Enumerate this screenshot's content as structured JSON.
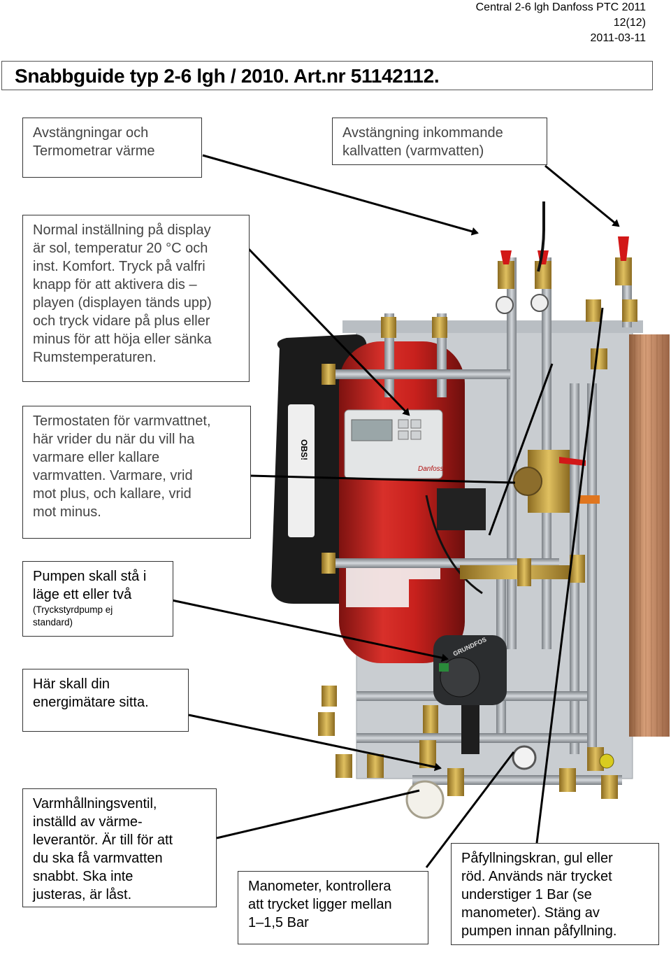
{
  "header": {
    "doc_title": "Central 2-6 lgh Danfoss PTC 2011",
    "page": "12(12)",
    "date": "2011-03-11"
  },
  "main_title": "Snabbguide typ 2-6 lgh / 2010. Art.nr 51142112.",
  "callouts": {
    "thermometers": {
      "line1": "Avstängningar och",
      "line2": "Termometrar värme"
    },
    "cold_water": {
      "line1": "Avstängning inkommande",
      "line2": "kallvatten (varmvatten)"
    },
    "display": [
      "Normal inställning på display",
      "är sol, temperatur 20 °C och",
      "inst. Komfort. Tryck på valfri",
      "knapp för att aktivera dis –",
      "playen (displayen tänds upp)",
      "och tryck vidare på plus eller",
      "minus för att höja eller sänka",
      "Rumstemperaturen."
    ],
    "thermostat": [
      "Termostaten för varmvattnet,",
      "här vrider du när du vill ha",
      "varmare eller kallare",
      "varmvatten. Varmare, vrid",
      "mot plus, och kallare, vrid",
      "mot minus."
    ],
    "pump": {
      "line1": "Pumpen skall stå i",
      "line2": "läge ett eller två",
      "small1": "(Tryckstyrdpump ej",
      "small2": "standard)"
    },
    "energy_meter": {
      "line1": "Här skall din",
      "line2": "energimätare sitta."
    },
    "circulation_valve": [
      "Varmhållningsventil,",
      "inställd av värme-",
      "leverantör. Är till för att",
      "du ska få varmvatten",
      "snabbt. Ska inte",
      "justeras, är låst."
    ],
    "manometer": [
      "Manometer, kontrollera",
      "att trycket ligger mellan",
      "1–1,5 Bar"
    ],
    "fill_valve": [
      "Påfyllningskran, gul eller",
      "röd. Används när trycket",
      "understiger 1 Bar (se",
      "manometer). Stäng av",
      "pumpen innan påfyllning."
    ]
  },
  "photo_labels": {
    "obs": "OBS!",
    "pump_brand": "GRUNDFOS",
    "brand": "Danfoss"
  },
  "colors": {
    "tank_red": "#c8211d",
    "insulation_black": "#1b1b1b",
    "copper": "#c9875b",
    "steel": "#a9aeb3",
    "brass": "#c8a040",
    "valve_red": "#d21818"
  }
}
